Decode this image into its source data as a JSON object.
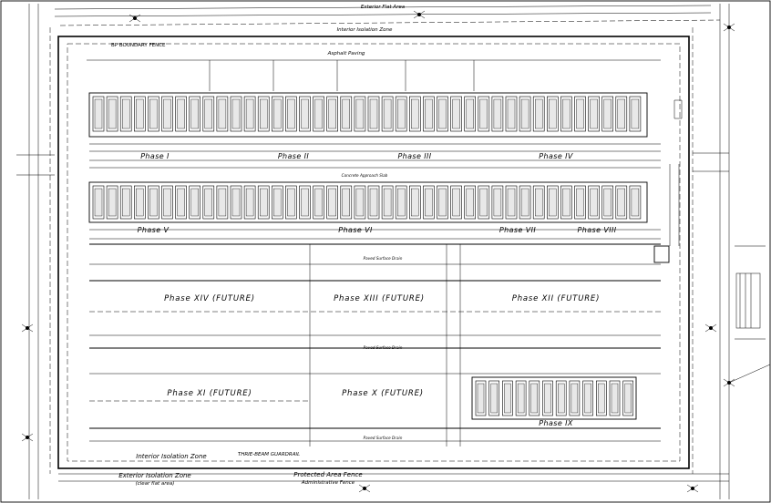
{
  "header": {
    "top_center_a": "Exterior Flat Area",
    "top_center_b": "Interior Isolation Zone"
  },
  "labels": {
    "boundary_fence": "BP BOUNDARY FENCE",
    "asphalt_paving": "Asphalt Paving",
    "interior_isolation_zone": "Interior Isolation Zone",
    "exterior_isolation_zone": "Exterior Isolation Zone",
    "exterior_isolation_zone_sub": "(clear flat area)",
    "guardrail": "THRIE-BEAM GUARDRAIL",
    "protected_area_fence": "Protected Area Fence",
    "admin_fence": "Administrative Fence",
    "concrete_approach_slab": "Concrete Approach Slab",
    "paved_surface_drain": "Paved Surface Drain"
  },
  "phases": {
    "row1": [
      "Phase I",
      "Phase II",
      "Phase III",
      "Phase IV"
    ],
    "row2": [
      "Phase V",
      "Phase VI",
      "Phase VII",
      "Phase VIII"
    ],
    "future_row_a": [
      "Phase XIV (FUTURE)",
      "Phase XIII (FUTURE)",
      "Phase XII (FUTURE)"
    ],
    "future_row_b": [
      "Phase XI (FUTURE)",
      "Phase X (FUTURE)"
    ],
    "row3": [
      "Phase IX"
    ]
  },
  "colors": {
    "line": "#000000",
    "background": "#ffffff",
    "cask_fill": "#e8e8e8"
  },
  "icons": [
    "lamp-post-icon",
    "north-arrow-icon"
  ]
}
